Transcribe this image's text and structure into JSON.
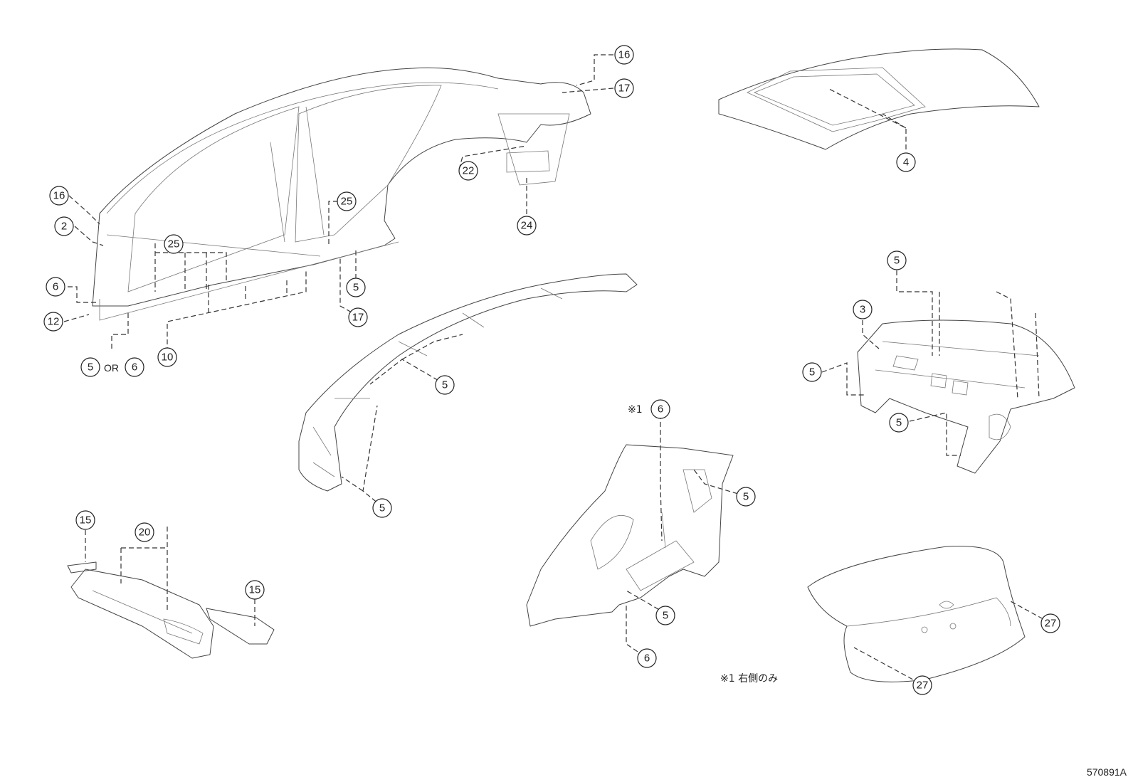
{
  "diagram_id": "570891A",
  "note": "※1 右側のみ",
  "callouts": {
    "c16a": "16",
    "c17a": "17",
    "c22": "22",
    "c24": "24",
    "c4": "4",
    "c16b": "16",
    "c2": "2",
    "c25a": "25",
    "c25b": "25",
    "c6a": "6",
    "c12": "12",
    "c5a": "5",
    "c17b": "17",
    "c10": "10",
    "c5or": "5",
    "c6or": "6",
    "c5b": "5",
    "c5c": "5",
    "c5d": "5",
    "c3": "3",
    "c5e": "5",
    "c5f": "5",
    "c6b": "6",
    "c5g": "5",
    "c5h": "5",
    "c6c": "6",
    "c15a": "15",
    "c20": "20",
    "c15b": "15",
    "c27a": "27",
    "c27b": "27"
  },
  "labels": {
    "or": "OR",
    "ref_mark": "※1"
  }
}
